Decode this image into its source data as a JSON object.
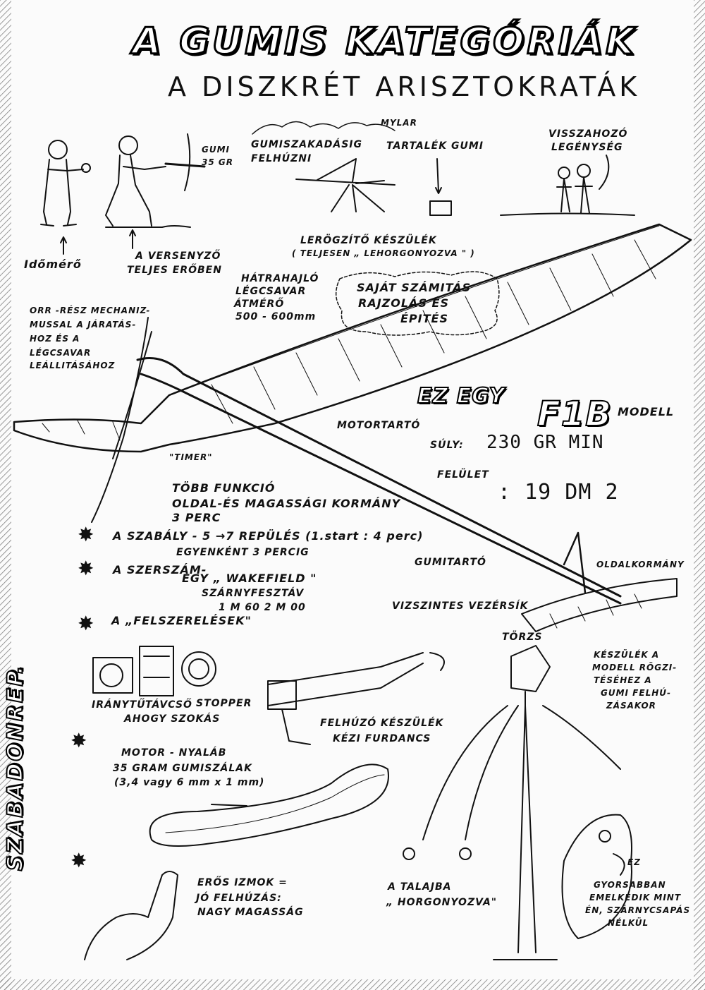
{
  "header": {
    "title": "A GUMIS KATEGÓRIÁK",
    "subtitle": "A DISZKRÉT ARISZTOKRATÁK"
  },
  "side_banner": "SZABADONREP.",
  "top_scene": {
    "mylar": "MYLAR",
    "gumi_label": "GUMI",
    "gumi_weight": "35 GR",
    "gumiszakadasig_1": "GUMISZAKADÁSIG",
    "gumiszakadasig_2": "FELHÚZNI",
    "tartalek_gumi": "TARTALÉK GUMI",
    "visszahozo_1": "VISSZAHOZÓ",
    "visszahozo_2": "LEGÉNYSÉG",
    "idomero": "Időmérő",
    "versenyzo_1": "A VERSENYZŐ",
    "versenyzo_2": "TELJES ERŐBEN",
    "lerogzito_1": "LERÖGZÍTŐ KÉSZÜLÉK",
    "lerogzito_2": "( TELJESEN „ LEHORGONYOZVA \" )"
  },
  "model_notes": {
    "legcsavar_1": "HÁTRAHAJLÓ",
    "legcsavar_2": "LÉGCSAVAR",
    "legcsavar_3": "ÁTMÉRŐ",
    "legcsavar_4": "500 - 600mm",
    "sajat_1": "SAJÁT SZÁMITÁS",
    "sajat_2": "RAJZOLÁS ÉS",
    "sajat_3": "ÉPITÉS",
    "orr_1": "ORR -RÉSZ MECHANIZ-",
    "orr_2": "MUSSAL A JÁRATÁS-",
    "orr_3": "HOZ ÉS A",
    "orr_4": "LÉGCSAVAR",
    "orr_5": "LEÁLLITÁSÁHOZ",
    "ez_egy": "EZ EGY",
    "model_code": "F1B",
    "modell": "MODELL",
    "motortarto": "MOTORTARTÓ",
    "suly_label": "SÚLY:",
    "suly_value": "230 GR MIN",
    "felulet_label": "FELÜLET",
    "felulet_value": ": 19 DM 2",
    "timer": "\"TIMER\"",
    "tobb_1": "TÖBB FUNKCIÓ",
    "tobb_2": "OLDAL-ÉS MAGASSÁGI KORMÁNY",
    "tobb_3": "3 PERC",
    "gumitarto": "GUMITARTÓ",
    "oldalkormany": "OLDALKORMÁNY",
    "vizszintes": "VIZSZINTES VEZÉRSÍK",
    "torzs": "TÖRZS"
  },
  "rules": {
    "szabaly_1": "A SZABÁLY - 5 →7 REPÜLÉS (1.start : 4 perc)",
    "szabaly_2": "EGYENKÉNT 3 PERCIG",
    "szerszam_1": "A SZERSZÁM-",
    "szerszam_2": "EGY „ WAKEFIELD \"",
    "szerszam_3": "SZÁRNYFESZTÁV",
    "szerszam_4": "1 M 60  2 M 00",
    "felszereles": "A „FELSZERELÉSEK\"",
    "iranytu": "IRÁNYTŰ",
    "tavcso": "TÁVCSŐ",
    "stopper": "STOPPER",
    "ahogy": "AHOGY SZOKÁS",
    "felhuzo_1": "FELHÚZÓ KÉSZÜLÉK",
    "felhuzo_2": "KÉZI FURDANCS",
    "motor_1": "MOTOR - NYALÁB",
    "motor_2": "35 GRAM GUMISZÁLAK",
    "motor_3": "(3,4 vagy 6 mm x 1 mm)",
    "keszulek_1": "KÉSZÜLÉK A",
    "keszulek_2": "MODELL RÖGZI-",
    "keszulek_3": "TÉSÉHEZ A",
    "keszulek_4": "GUMI FELHÚ-",
    "keszulek_5": "ZÁSAKOR",
    "eros_1": "ERŐS IZMOK =",
    "eros_2": "JÓ FELHÚZÁS:",
    "eros_3": "NAGY MAGASSÁG",
    "talaj_1": "A TALAJBA",
    "talaj_2": "„ HORGONYOZVA\"",
    "ez_1": "EZ",
    "ez_2": "GYORSABBAN",
    "ez_3": "EMELKEDIK MINT",
    "ez_4": "ÉN, SZÁRNYCSAPÁS",
    "ez_5": "NÉLKÜL"
  }
}
